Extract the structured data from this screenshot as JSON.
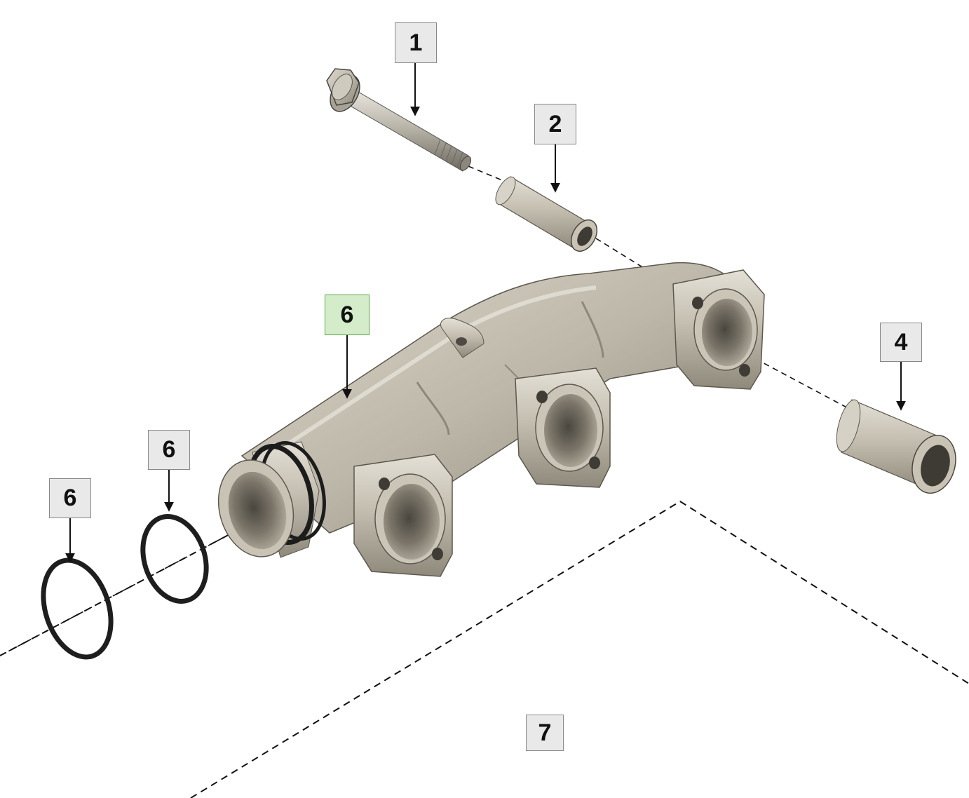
{
  "colors": {
    "callout_fill": "#e9e9e9",
    "callout_border": "#888888",
    "highlight_fill": "#d4ecc9",
    "highlight_border": "#5aa84a",
    "metal": "#b8b2a4",
    "oring": "#1e1e1e",
    "line": "#111111"
  },
  "callouts": [
    {
      "id": "c1",
      "label": "1",
      "part": "flange-bolt"
    },
    {
      "id": "c2",
      "label": "2",
      "part": "spacer-sleeve"
    },
    {
      "id": "c6a",
      "label": "6",
      "part": "exhaust-manifold",
      "highlighted": true
    },
    {
      "id": "c4",
      "label": "4",
      "part": "sleeve"
    },
    {
      "id": "c6b",
      "label": "6",
      "part": "o-ring-inner"
    },
    {
      "id": "c6c",
      "label": "6",
      "part": "o-ring-outer"
    },
    {
      "id": "c7",
      "label": "7",
      "part": "engine-block-outline"
    }
  ]
}
